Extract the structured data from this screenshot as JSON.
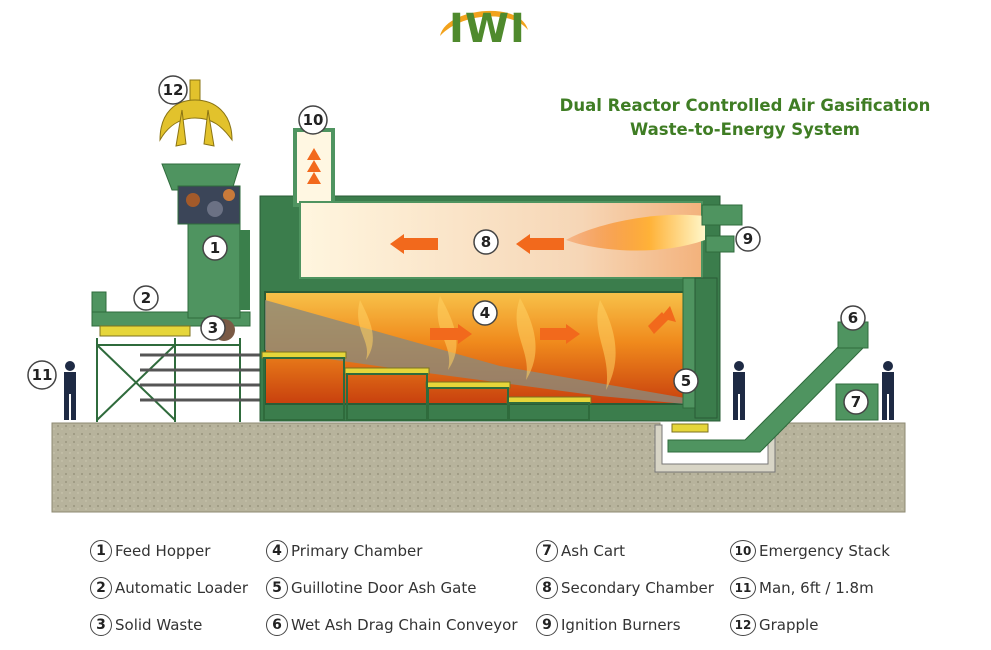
{
  "logo": {
    "text": "IWI"
  },
  "title": {
    "line1": "Dual Reactor Controlled Air Gasification",
    "line2": "Waste-to-Energy System"
  },
  "callouts": [
    "1",
    "2",
    "3",
    "4",
    "5",
    "6",
    "7",
    "8",
    "9",
    "10",
    "11",
    "12"
  ],
  "legend": [
    {
      "num": "1",
      "label": "Feed Hopper"
    },
    {
      "num": "2",
      "label": "Automatic Loader"
    },
    {
      "num": "3",
      "label": "Solid Waste"
    },
    {
      "num": "4",
      "label": "Primary Chamber"
    },
    {
      "num": "5",
      "label": "Guillotine Door Ash Gate"
    },
    {
      "num": "6",
      "label": "Wet Ash Drag Chain Conveyor"
    },
    {
      "num": "7",
      "label": "Ash Cart"
    },
    {
      "num": "8",
      "label": "Secondary Chamber"
    },
    {
      "num": "9",
      "label": "Ignition Burners"
    },
    {
      "num": "10",
      "label": "Emergency Stack"
    },
    {
      "num": "11",
      "label": "Man, 6ft / 1.8m"
    },
    {
      "num": "12",
      "label": "Grapple"
    }
  ],
  "colors": {
    "steel": "#4f9460",
    "steel_dark": "#2f6b3c",
    "ground": "#b3b09a",
    "fire": "#f07a18",
    "title_green": "#3f7d24",
    "logo_orange": "#f2a21c"
  }
}
